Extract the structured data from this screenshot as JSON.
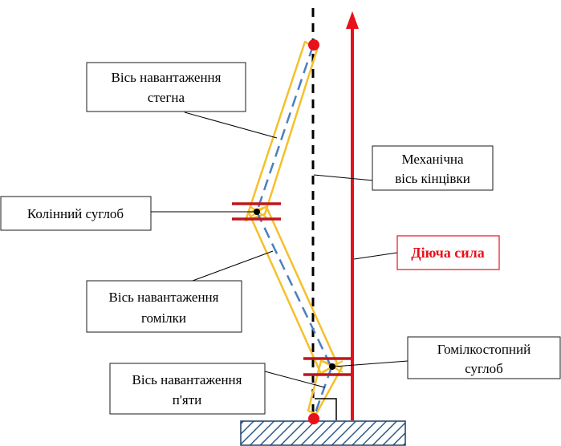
{
  "labels": {
    "thigh_axis_line1": "Вісь навантаження",
    "thigh_axis_line2": "стегна",
    "mechanical_axis_line1": "Механічна",
    "mechanical_axis_line2": "вісь кінцівки",
    "knee_joint": "Колінний суглоб",
    "acting_force": "Діюча  сила",
    "shin_axis_line1": "Вісь навантаження",
    "shin_axis_line2": "гомілки",
    "ankle_joint_line1": "Гомілкостопний",
    "ankle_joint_line2": "суглоб",
    "heel_axis_line1": "Вісь навантаження",
    "heel_axis_line2": "п'яти"
  },
  "colors": {
    "bone_outline": "#f5c02a",
    "load_axis": "#4a7fc1",
    "force": "#e8101a",
    "joint_bar": "#c0161e",
    "mechanical_axis": "#000000",
    "joint_point": "#e8101a"
  }
}
